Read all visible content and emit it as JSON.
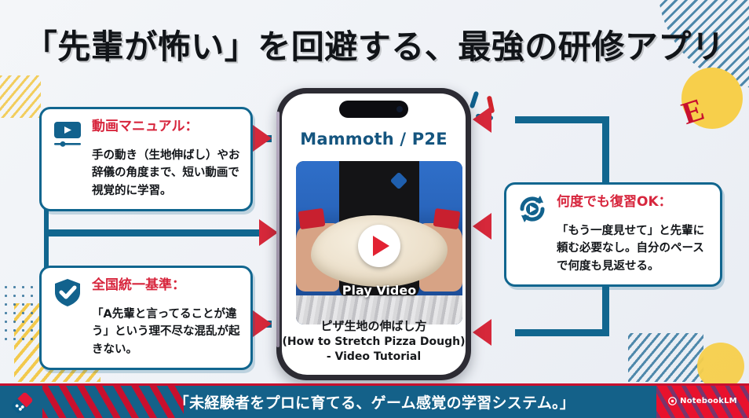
{
  "slide": {
    "title": "「先輩が怖い」を回避する、最強の研修アプリ",
    "decor_letter": "E",
    "colors": {
      "accent_blue": "#11668f",
      "accent_red": "#d6283a",
      "heading_red": "#d7263d",
      "yellow": "#f7cf4b",
      "footer_blue": "#146189",
      "dominos_red": "#c8102e"
    }
  },
  "cards": [
    {
      "id": "video-manual",
      "icon": "video-player-icon",
      "title": "動画マニュアル：",
      "body": "手の動き（生地伸ばし）やお辞儀の角度まで、短い動画で視覚的に学習。"
    },
    {
      "id": "national-standard",
      "icon": "shield-check-icon",
      "title": "全国統一基準：",
      "body": "「A先輩と言ってることが違う」という理不尽な混乱が起きない。"
    },
    {
      "id": "unlimited-review",
      "icon": "replay-icon",
      "title": "何度でも復習OK：",
      "body": "「もう一度見せて」と先輩に頼む必要なし。自分のペースで何度も見返せる。"
    }
  ],
  "phone": {
    "app_title": "Mammoth / P2E",
    "video": {
      "play_label": "Play Video",
      "thumbnail_alt": "pizza-dough-stretching-thumbnail"
    },
    "caption_line1": "ピザ生地の伸ばし方",
    "caption_line2": "(How to Stretch Pizza Dough)",
    "caption_line3": "- Video Tutorial"
  },
  "footer": {
    "text": "「未経験者をプロに育てる、ゲーム感覚の学習システム。」",
    "brand_logo": "dominos-pizza-logo",
    "watermark": "NotebookLM"
  }
}
